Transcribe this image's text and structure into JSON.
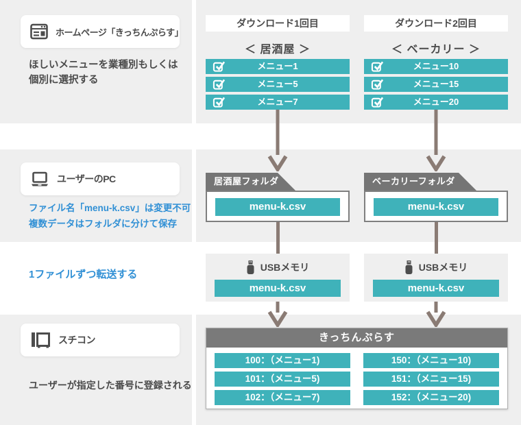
{
  "colors": {
    "teal": "#3FB2BA",
    "band_gray": "#EFEFEF",
    "dark_gray": "#757575",
    "blue": "#3190D5",
    "arrow_brown": "#8A7B74",
    "text_dark": "#4A4A4A"
  },
  "left_panel": {
    "homepage": {
      "label": "ホームページ「きっちんぷらす」",
      "icon": "browser-window-icon",
      "description_lines": [
        "ほしいメニューを業種別もしくは",
        "個別に選択する"
      ]
    },
    "pc": {
      "label": "ユーザーのPC",
      "icon": "laptop-icon",
      "description_lines": [
        "ファイル名「menu-k.csv」は変更不可",
        "複数データはフォルダに分けて保存"
      ]
    },
    "transfer_note": "1ファイルずつ転送する",
    "oven": {
      "label": "スチコン",
      "icon": "steam-oven-icon",
      "description": "ユーザーが指定した番号に登録される"
    }
  },
  "flow_columns": [
    {
      "header": "ダウンロード1回目",
      "category": "＜ 居酒屋 ＞",
      "menus": [
        "メニュー1",
        "メニュー5",
        "メニュー7"
      ],
      "folder": {
        "label": "居酒屋フォルダ",
        "file": "menu-k.csv"
      },
      "usb": {
        "label": "USBメモリ",
        "file": "menu-k.csv"
      }
    },
    {
      "header": "ダウンロード2回目",
      "category": "＜ ベーカリー ＞",
      "menus": [
        "メニュー10",
        "メニュー15",
        "メニュー20"
      ],
      "folder": {
        "label": "ベーカリーフォルダ",
        "file": "menu-k.csv"
      },
      "usb": {
        "label": "USBメモリ",
        "file": "menu-k.csv"
      }
    }
  ],
  "result_box": {
    "title": "きっちんぷらす",
    "registrations": [
      [
        "100：（メニュー1)",
        "101：（メニュー5)",
        "102：（メニュー7)"
      ],
      [
        "150：（メニュー10)",
        "151：（メニュー15)",
        "152：（メニュー20)"
      ]
    ]
  }
}
